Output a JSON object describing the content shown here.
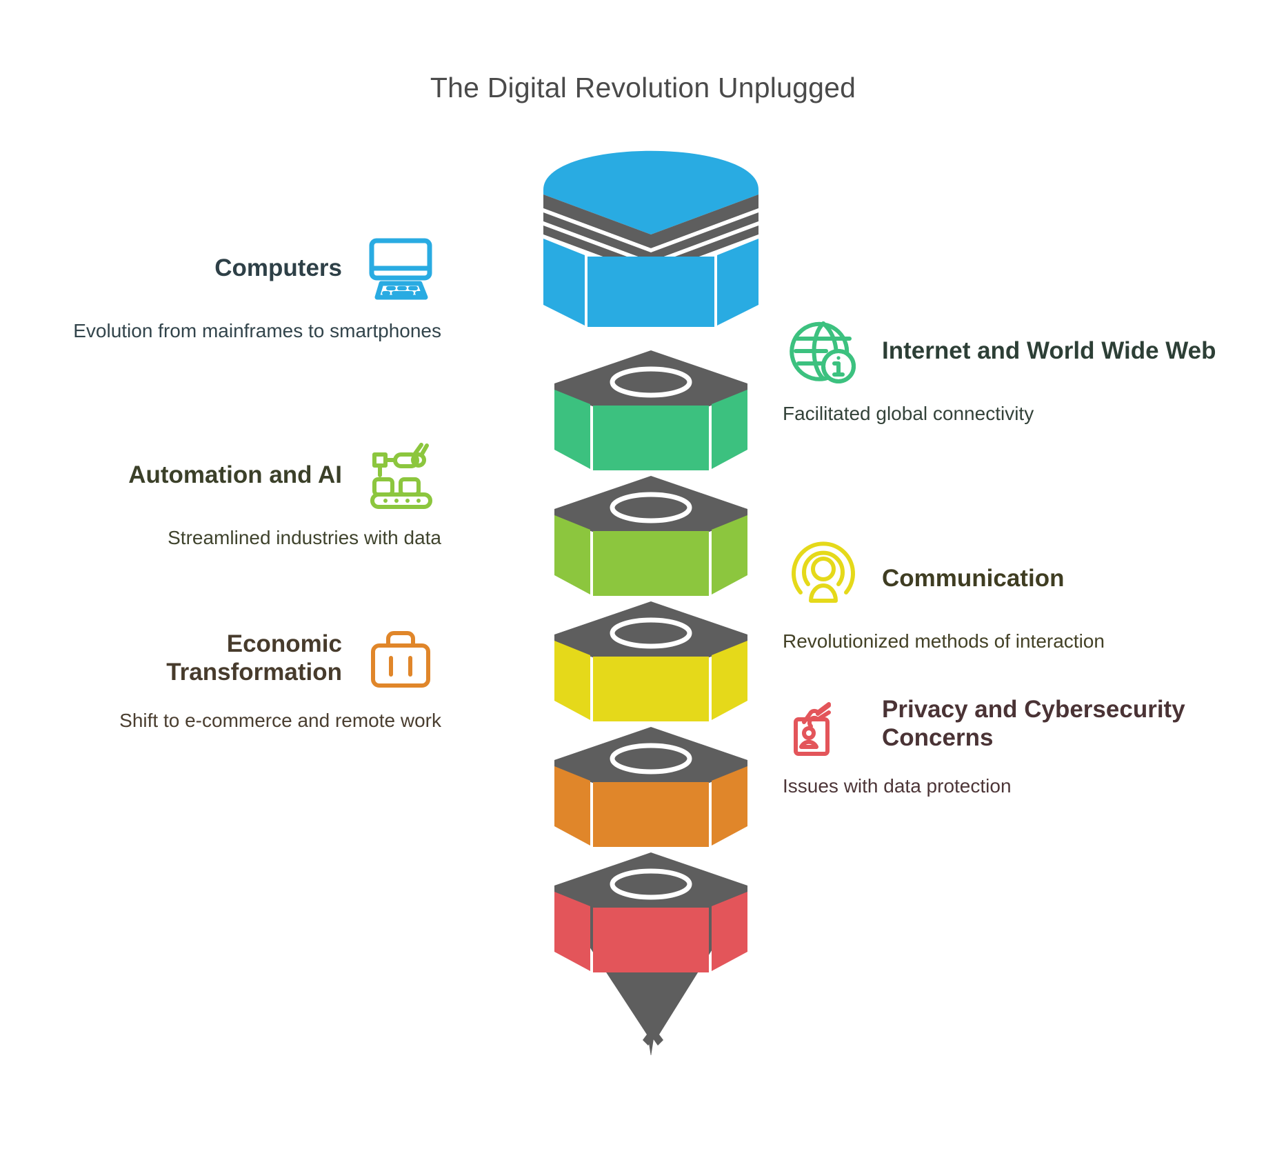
{
  "title": "The Digital Revolution Unplugged",
  "colors": {
    "blue": "#29abe2",
    "green": "#3cc17f",
    "olive": "#8cc63e",
    "yellow": "#e5d91a",
    "orange": "#e0862a",
    "red": "#e3555a",
    "gray": "#5e5e5e",
    "title": "#4a4a4a"
  },
  "entries": [
    {
      "id": "computers",
      "side": "left",
      "heading": "Computers",
      "description": "Evolution from mainframes to smartphones",
      "icon": "computer-monitor-icon",
      "color": "#29abe2",
      "heading_color": "#2e4047",
      "desc_color": "#32444b"
    },
    {
      "id": "internet",
      "side": "right",
      "heading": "Internet and World Wide Web",
      "description": "Facilitated global connectivity",
      "icon": "globe-info-icon",
      "color": "#3cc17f",
      "heading_color": "#2d3f36",
      "desc_color": "#334239"
    },
    {
      "id": "automation",
      "side": "left",
      "heading": "Automation and AI",
      "description": "Streamlined industries with data",
      "icon": "robot-conveyor-icon",
      "color": "#8cc63e",
      "heading_color": "#3b4029",
      "desc_color": "#3f432d"
    },
    {
      "id": "communication",
      "side": "right",
      "heading": "Communication",
      "description": "Revolutionized methods of interaction",
      "icon": "broadcast-person-icon",
      "color": "#e5d91a",
      "heading_color": "#3f3d22",
      "desc_color": "#434126"
    },
    {
      "id": "economic",
      "side": "left",
      "heading": "Economic Transformation",
      "description": "Shift to e-commerce and remote work",
      "icon": "briefcase-icon",
      "color": "#e0862a",
      "heading_color": "#473b2c",
      "desc_color": "#4a3e30"
    },
    {
      "id": "privacy",
      "side": "right",
      "heading": "Privacy and Cybersecurity Concerns",
      "description": "Issues with data protection",
      "icon": "hand-id-card-icon",
      "color": "#e3555a",
      "heading_color": "#4a3335",
      "desc_color": "#4d3638"
    }
  ],
  "funnel": {
    "layers": [
      {
        "label": "Computers",
        "color": "#29abe2",
        "shape": "domed-top"
      },
      {
        "label": "Internet and World Wide Web",
        "color": "#3cc17f",
        "shape": "hex-nut"
      },
      {
        "label": "Automation and AI",
        "color": "#8cc63e",
        "shape": "hex-nut"
      },
      {
        "label": "Communication",
        "color": "#e5d91a",
        "shape": "hex-nut"
      },
      {
        "label": "Economic Transformation",
        "color": "#e0862a",
        "shape": "hex-nut"
      },
      {
        "label": "Privacy and Cybersecurity Concerns",
        "color": "#e3555a",
        "shape": "hex-nut"
      }
    ],
    "tip": {
      "color": "#5e5e5e",
      "shape": "cone-spout"
    }
  }
}
